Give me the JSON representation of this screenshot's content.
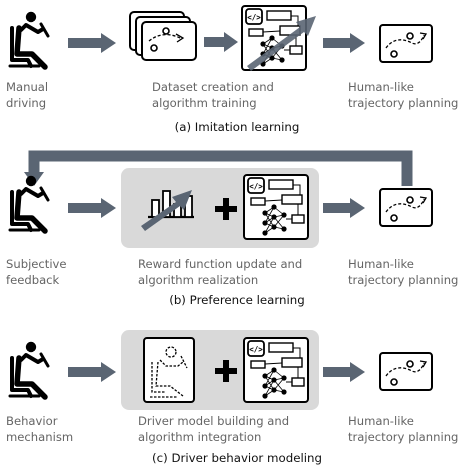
{
  "sections": [
    {
      "id": "a",
      "caption": "(a) Imitation learning",
      "input_label": [
        "Manual",
        "driving"
      ],
      "process_label": [
        "Dataset creation and",
        "algorithm training"
      ],
      "output_label": [
        "Human-like",
        "trajectory planning"
      ]
    },
    {
      "id": "b",
      "caption": "(b) Preference learning",
      "input_label": [
        "Subjective",
        "feedback"
      ],
      "process_label": [
        "Reward function update and",
        "algorithm realization"
      ],
      "output_label": [
        "Human-like",
        "trajectory planning"
      ]
    },
    {
      "id": "c",
      "caption": "(c) Driver behavior modeling",
      "input_label": [
        "Behavior",
        "mechanism"
      ],
      "process_label": [
        "Driver model building and",
        "algorithm integration"
      ],
      "output_label": [
        "Human-like",
        "trajectory planning"
      ]
    }
  ],
  "icons": {
    "driver": "driver-seat-icon",
    "dataset": "dataset-stack-icon",
    "algorithm": "neural-network-flowchart-icon",
    "trajectory": "trajectory-plan-icon",
    "reward": "reward-bar-chart-icon",
    "driver_model": "driver-model-sketch-icon",
    "plus": "plus-icon",
    "flow_arrow": "flow-arrow-icon",
    "feedback_loop": "feedback-loop-arrow-icon"
  },
  "colors": {
    "arrow": "#5a6573",
    "panel": "#d9d9d9",
    "label_text": "#656565",
    "caption_text": "#111111",
    "icon_stroke": "#000000"
  }
}
